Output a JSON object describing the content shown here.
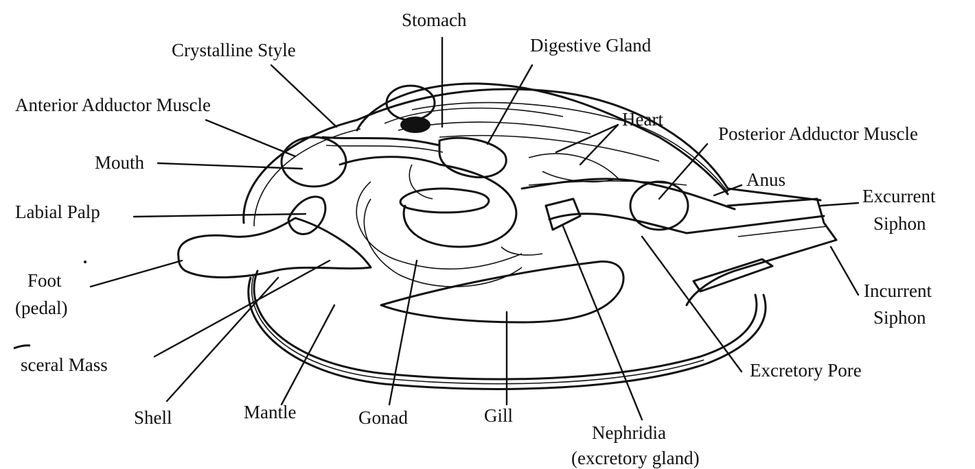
{
  "diagram": {
    "labels": {
      "stomach": "Stomach",
      "crystalline_style": "Crystalline Style",
      "digestive_gland": "Digestive Gland",
      "anterior_adductor": "Anterior Adductor Muscle",
      "heart": "Heart",
      "posterior_adductor": "Posterior Adductor Muscle",
      "mouth": "Mouth",
      "anus": "Anus",
      "excurrent_1": "Excurrent",
      "excurrent_2": "Siphon",
      "labial_palp": "Labial Palp",
      "foot_1": "Foot",
      "foot_2": "(pedal)",
      "incurrent_1": "Incurrent",
      "incurrent_2": "Siphon",
      "visceral_mass": "sceral Mass",
      "excretory_pore": "Excretory Pore",
      "shell": "Shell",
      "mantle": "Mantle",
      "gonad": "Gonad",
      "gill": "Gill",
      "nephridia_1": "Nephridia",
      "nephridia_2": "(excretory gland)"
    }
  }
}
